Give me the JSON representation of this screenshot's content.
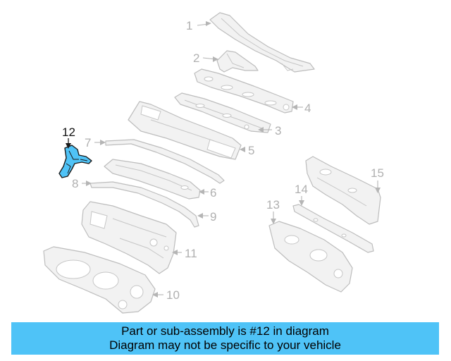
{
  "diagram": {
    "highlighted_part": "12",
    "highlight_color": "#4fc3f7",
    "callouts": {
      "c1": "1",
      "c2": "2",
      "c3": "3",
      "c4": "4",
      "c5": "5",
      "c6": "6",
      "c7": "7",
      "c8": "8",
      "c9": "9",
      "c10": "10",
      "c11": "11",
      "c12": "12",
      "c13": "13",
      "c14": "14",
      "c15": "15"
    }
  },
  "banner": {
    "line1": "Part or sub-assembly is #12 in diagram",
    "line2": "Diagram may not be specific to your vehicle",
    "background": "#4fc3f7"
  }
}
